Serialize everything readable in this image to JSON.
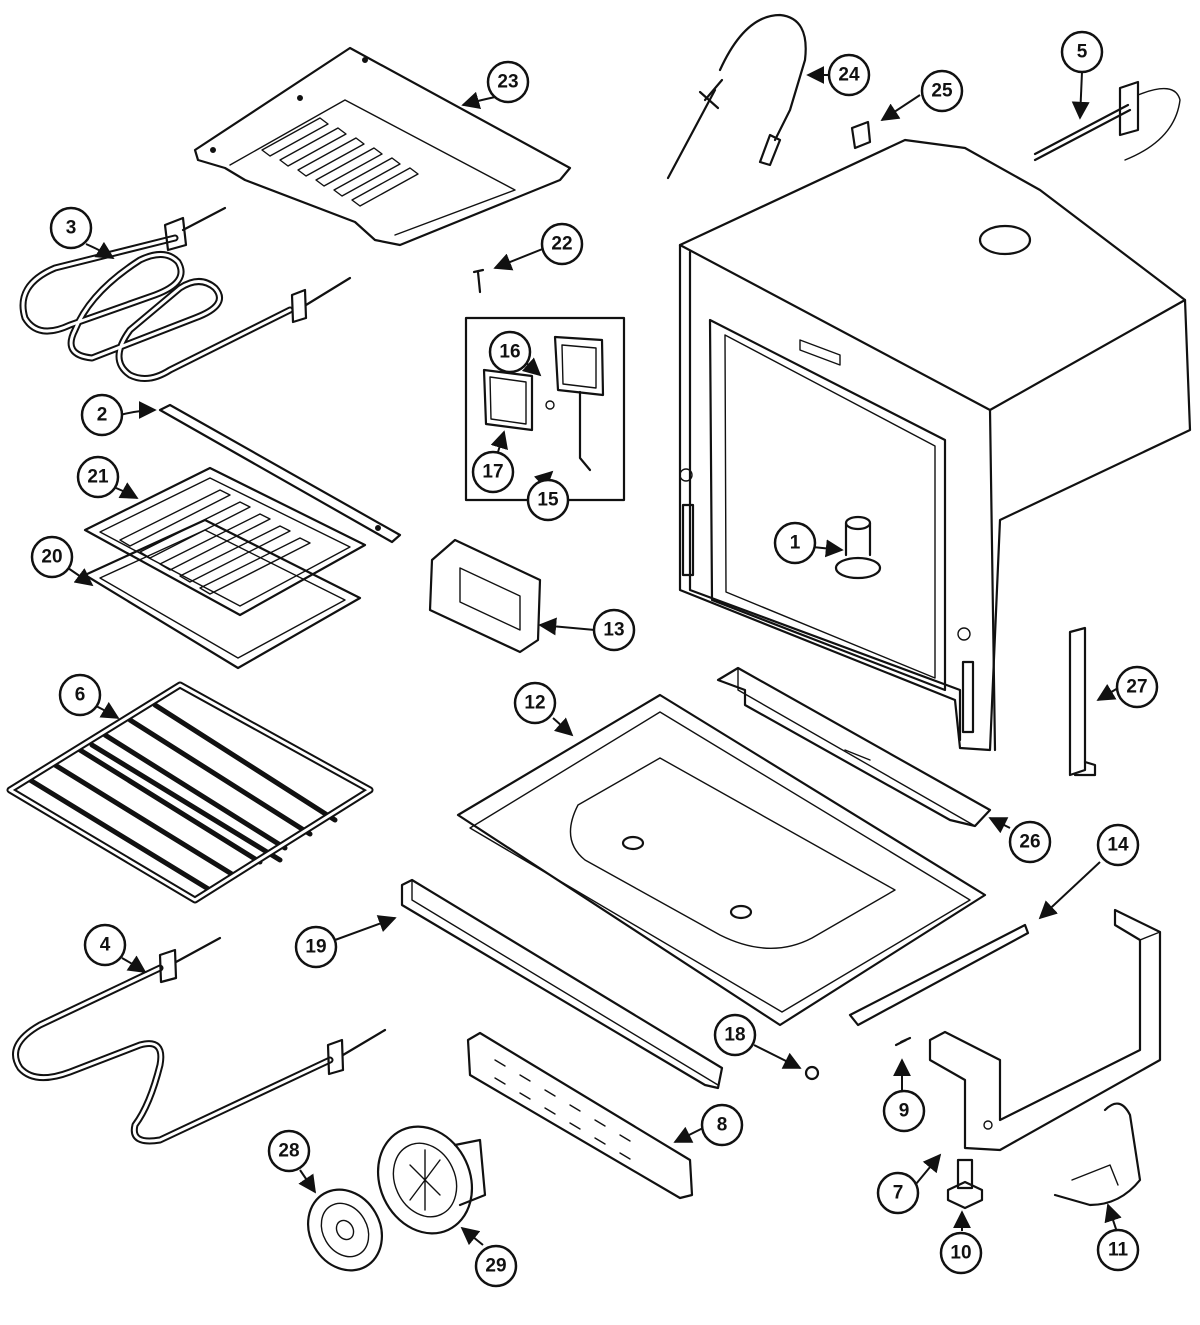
{
  "callouts": {
    "p1": "1",
    "p2": "2",
    "p3": "3",
    "p4": "4",
    "p5": "5",
    "p6": "6",
    "p7": "7",
    "p8": "8",
    "p9": "9",
    "p10": "10",
    "p11": "11",
    "p12": "12",
    "p13": "13",
    "p14": "14",
    "p15": "15",
    "p16": "16",
    "p17": "17",
    "p18": "18",
    "p19": "19",
    "p20": "20",
    "p21": "21",
    "p22": "22",
    "p23": "23",
    "p24": "24",
    "p25": "25",
    "p26": "26",
    "p27": "27",
    "p28": "28",
    "p29": "29"
  }
}
